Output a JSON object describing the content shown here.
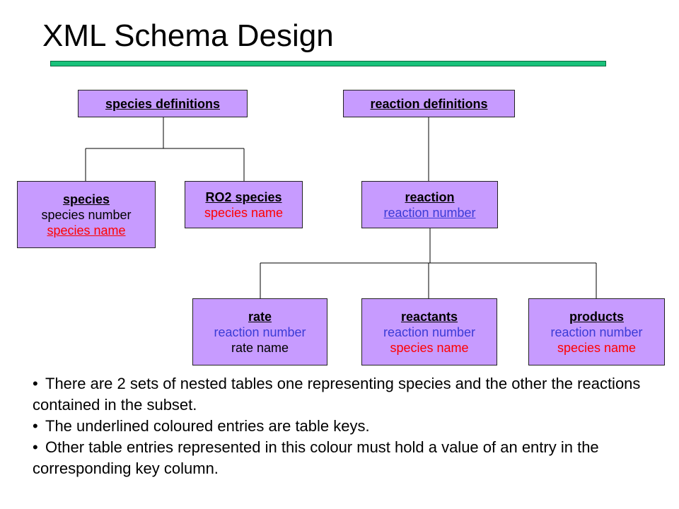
{
  "title": "XML Schema Design",
  "colors": {
    "box_fill": "#c79bff",
    "rule": "#19c27b",
    "key_red": "#ff0000",
    "key_blue": "#3b3bd6"
  },
  "boxes": {
    "species_definitions": {
      "header": "species definitions"
    },
    "reaction_definitions": {
      "header": "reaction definitions"
    },
    "species": {
      "header": "species",
      "lines": [
        "species number",
        "species name"
      ]
    },
    "ro2_species": {
      "header": "RO2 species",
      "lines": [
        "species name"
      ]
    },
    "reaction": {
      "header": "reaction",
      "lines": [
        "reaction number"
      ]
    },
    "rate": {
      "header": "rate",
      "lines": [
        "reaction number",
        "rate name"
      ]
    },
    "reactants": {
      "header": "reactants",
      "lines": [
        "reaction number",
        "species name"
      ]
    },
    "products": {
      "header": "products",
      "lines": [
        "reaction number",
        "species name"
      ]
    }
  },
  "notes": [
    "There are 2 sets of nested tables one representing species and the other the reactions contained in the subset.",
    "The underlined coloured entries are table keys.",
    "Other table entries represented in this colour must hold a value of an entry in the corresponding key column."
  ],
  "bullet": "•"
}
